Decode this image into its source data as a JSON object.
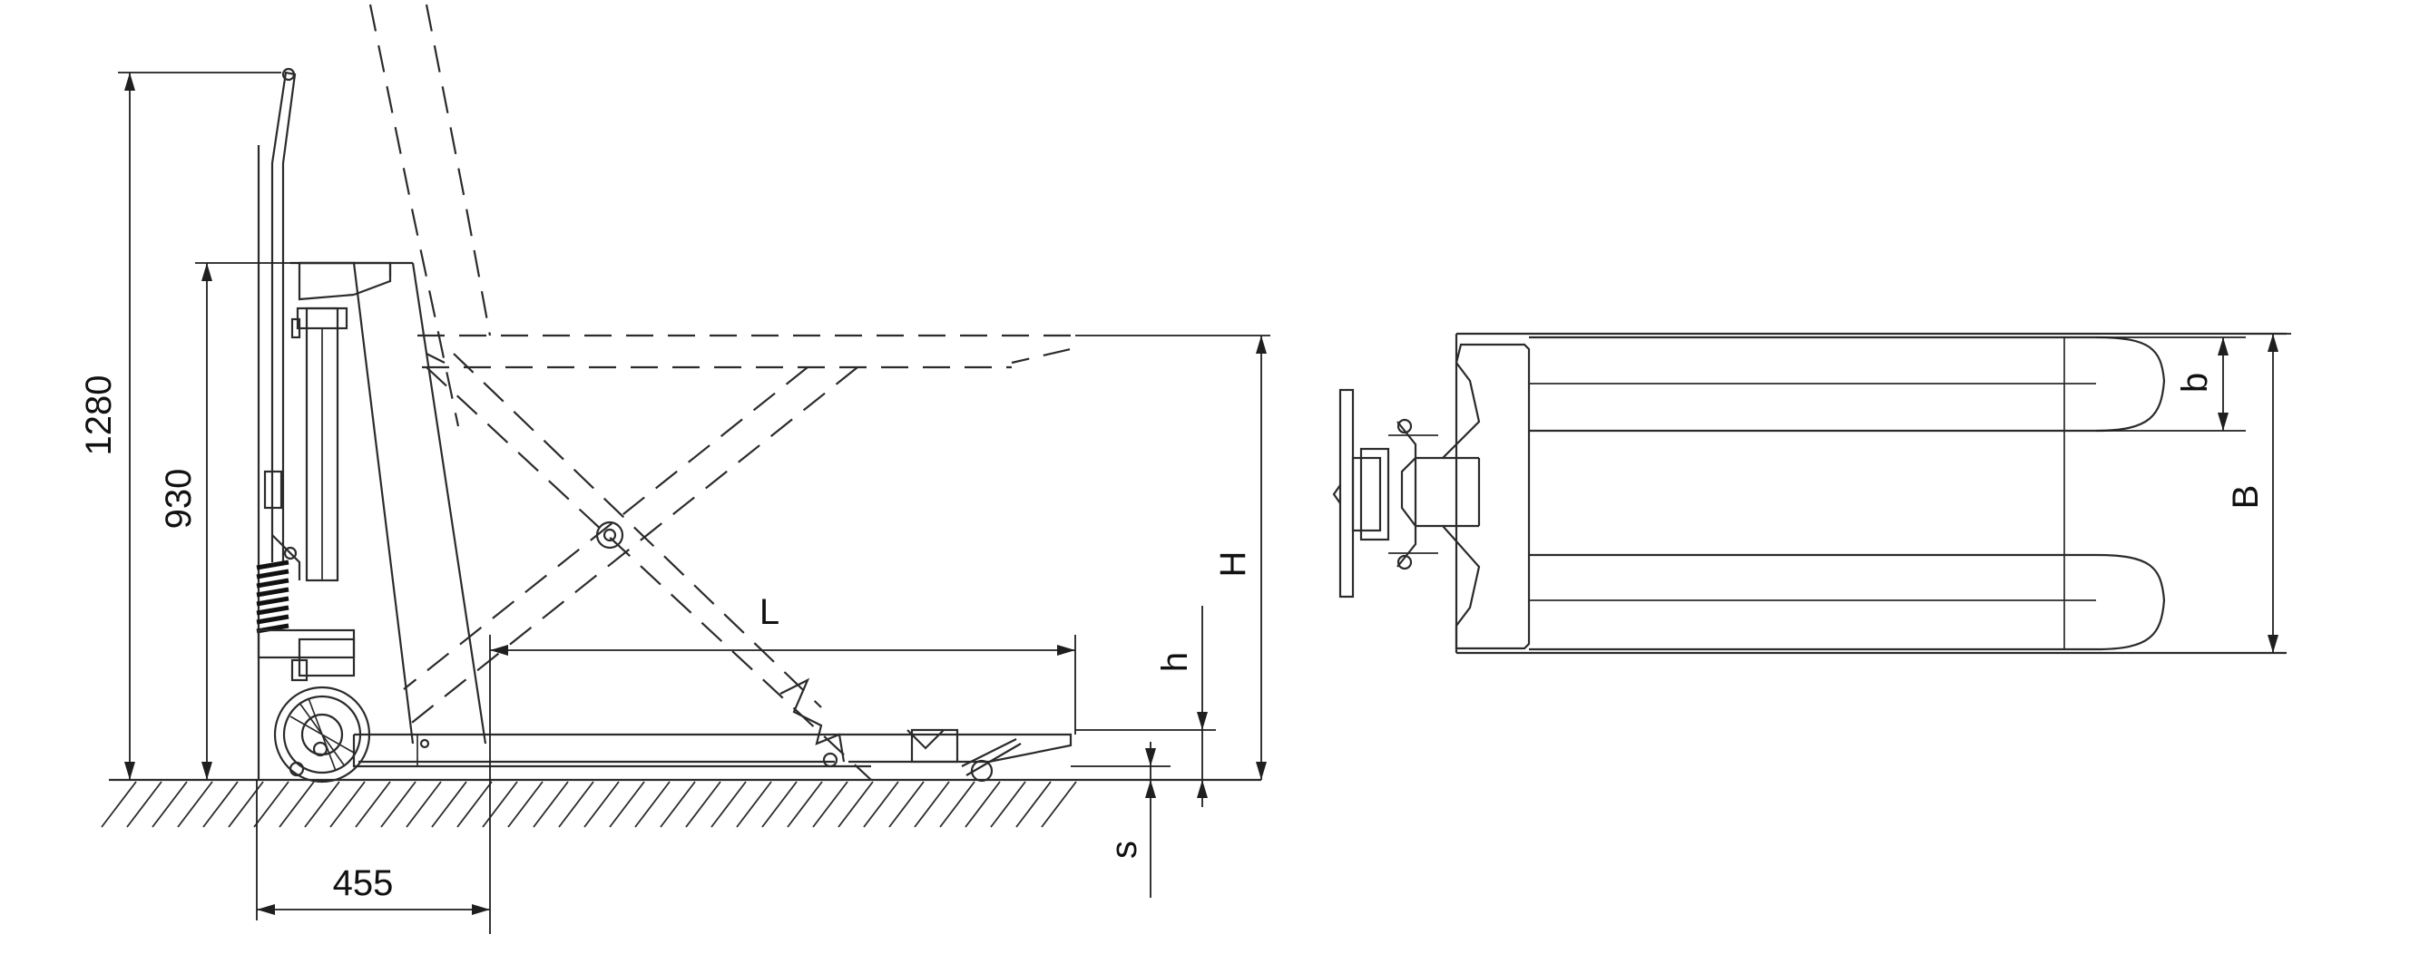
{
  "dimensions": {
    "overall_height": "1280",
    "handle_height": "930",
    "front_length": "455",
    "fork_length": "L",
    "lifted_height": "H",
    "lowered_height": "h",
    "fork_thickness": "s",
    "fork_width": "b",
    "overall_width": "B"
  }
}
